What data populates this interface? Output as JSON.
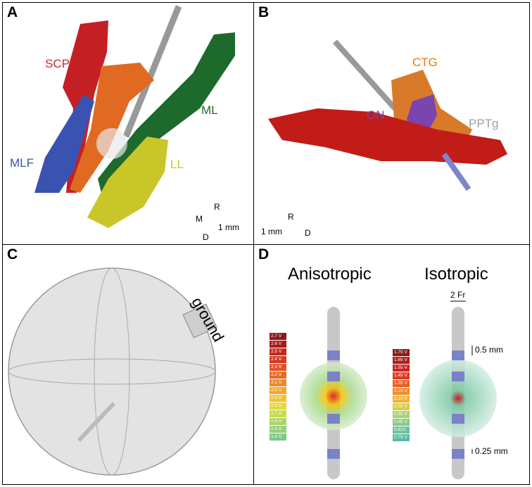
{
  "panels": {
    "A": {
      "label": "A",
      "structures": {
        "scp": "SCP",
        "mlf": "MLF",
        "ml": "ML",
        "ll": "LL"
      },
      "axes": {
        "m": "M",
        "r": "R",
        "d": "D",
        "scale": "1 mm"
      }
    },
    "B": {
      "label": "B",
      "structures": {
        "ctg": "CTG",
        "on": "ON",
        "pptg": "PPTg"
      },
      "axes": {
        "r": "R",
        "d": "D",
        "scale": "1 mm"
      }
    },
    "C": {
      "label": "C",
      "ground": "ground"
    },
    "D": {
      "label": "D",
      "aniso_title": "Anisotropic",
      "iso_title": "Isotropic",
      "diameter_label": "2 Fr",
      "scale_05": "0.5 mm",
      "scale_025": "0.25 mm",
      "aniso_legend": [
        "2.7 V",
        "2.6 V",
        "2.5 V",
        "2.4 V",
        "2.3 V",
        "2.2 V",
        "2.1 V",
        "2.0 V",
        "1.9 V",
        "1.8 V",
        "1.7 V",
        "1.6 V",
        "1.5 V",
        "1.4 V"
      ],
      "iso_legend": [
        "1.75 V",
        "1.65 V",
        "1.55 V",
        "1.45 V",
        "1.35 V",
        "1.25 V",
        "1.15 V",
        "1.05 V",
        "0.95 V",
        "0.85 V",
        "0.81V",
        "0.79 V"
      ]
    }
  },
  "colors": {
    "scp": "#d0282a",
    "mlf": "#3a52b0",
    "ml": "#1e6a2c",
    "ll": "#c9c62a",
    "ctg": "#e07a1a",
    "on": "#7b45b0",
    "pptg": "#a0a0a0"
  }
}
